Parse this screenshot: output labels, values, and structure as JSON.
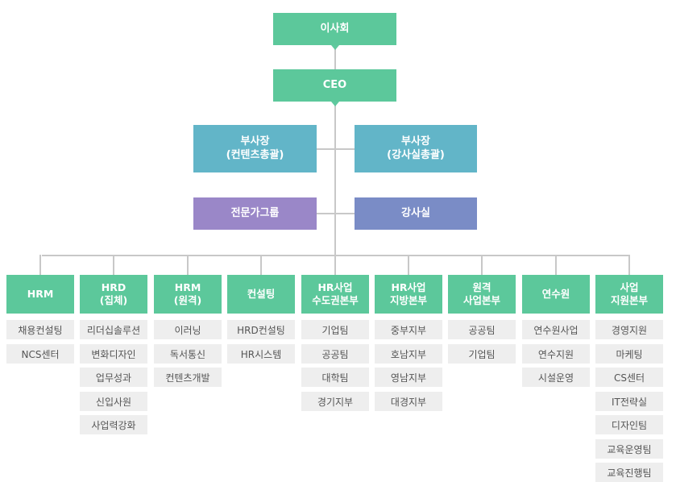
{
  "board": "이사회",
  "ceo": "CEO",
  "vice_presidents": [
    "부사장\n(컨텐츠총괄)",
    "부사장\n(강사실총괄)"
  ],
  "groups": [
    "전문가그룹",
    "강사실"
  ],
  "departments": [
    {
      "name": "HRM",
      "units": [
        "채용컨설팅",
        "NCS센터"
      ]
    },
    {
      "name": "HRD\n(집체)",
      "units": [
        "리더십솔루션",
        "변화디자인",
        "업무성과",
        "신입사원",
        "사업력강화"
      ]
    },
    {
      "name": "HRM\n(원격)",
      "units": [
        "이러닝",
        "독서통신",
        "컨텐츠개발"
      ]
    },
    {
      "name": "컨설팅",
      "units": [
        "HRD컨설팅",
        "HR시스템"
      ]
    },
    {
      "name": "HR사업\n수도권본부",
      "units": [
        "기업팀",
        "공공팀",
        "대학팀",
        "경기지부"
      ]
    },
    {
      "name": "HR사업\n지방본부",
      "units": [
        "중부지부",
        "호남지부",
        "영남지부",
        "대경지부"
      ]
    },
    {
      "name": "원격\n사업본부",
      "units": [
        "공공팀",
        "기업팀"
      ]
    },
    {
      "name": "연수원",
      "units": [
        "연수원사업",
        "연수지원",
        "시설운영"
      ]
    },
    {
      "name": "사업\n지원본부",
      "units": [
        "경영지원",
        "마케팅",
        "CS센터",
        "IT전략실",
        "디자인팀",
        "교육운영팀",
        "교육진행팀"
      ]
    }
  ],
  "colors": {
    "green": "#5cc89b",
    "teal": "#62b5c8",
    "purple": "#9a87c8",
    "blue": "#7a8cc6",
    "connector": "#c8c8c8",
    "unit_bg": "#eeeeee",
    "unit_text": "#555555"
  }
}
